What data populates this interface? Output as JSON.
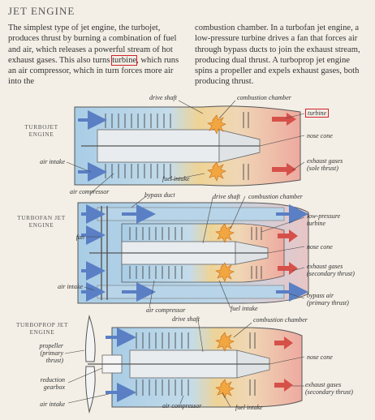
{
  "title": "JET ENGINE",
  "col_left": {
    "before": "The simplest type of jet engine, the turbojet, produces thrust by burning a combination of fuel and air, which releases a powerful stream of hot exhaust gases. This also turns ",
    "highlight": "turbine",
    "after": ", which runs an air compressor, which in turn forces more air into the"
  },
  "col_right": "combustion chamber. In a turbofan jet engine, a low-pressure turbine drives a fan that forces air through bypass ducts to join the exhaust stream, producing dual thrust. A turboprop jet engine spins a propeller and expels exhaust gases, both producing thrust.",
  "turbojet": {
    "section": "TURBOJET\nENGINE",
    "drive_shaft": "drive shaft",
    "combustion_chamber": "combustion chamber",
    "turbine": "turbine",
    "nose_cone": "nose cone",
    "air_intake": "air intake",
    "exhaust": "exhaust gases\n(sole thrust)",
    "air_compressor": "air compressor",
    "fuel_intake": "fuel intake"
  },
  "turbofan": {
    "section": "TURBOFAN JET\nENGINE",
    "bypass_duct": "bypass duct",
    "drive_shaft": "drive shaft",
    "combustion_chamber": "combustion chamber",
    "low_pressure_turbine": "low-pressure\nturbine",
    "fan": "fan",
    "nose_cone": "nose cone",
    "exhaust": "exhaust gases\n(secondary thrust)",
    "air_intake": "air intake",
    "bypass_air": "bypass air\n(primary thrust)",
    "air_compressor": "air compressor",
    "fuel_intake": "fuel intake"
  },
  "turboprop": {
    "section": "TURBOPROP JET\nENGINE",
    "drive_shaft": "drive shaft",
    "combustion_chamber": "combustion chamber",
    "propeller": "propeller\n(primary\nthrust)",
    "nose_cone": "nose cone",
    "reduction_gearbox": "reduction\ngearbox",
    "exhaust": "exhaust gases\n(secondary thrust)",
    "air_intake": "air intake",
    "air_compressor": "air compressor",
    "fuel_intake": "fuel intake"
  },
  "colors": {
    "cold": "#a9cde6",
    "warm": "#efd395",
    "hot": "#eeaaa0",
    "arrow_blue": "#5a7fc4",
    "arrow_red": "#d6504a",
    "highlight": "#d2202a"
  }
}
